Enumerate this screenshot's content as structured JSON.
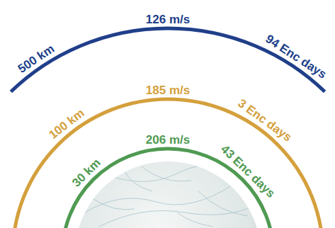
{
  "diagram": {
    "labels": [
      "500 km",
      "126 m/s",
      "94 Enc days",
      "100 km",
      "185 m/s",
      "3 Enc days",
      "30 km",
      "206 m/s",
      "43 Enc days"
    ]
  }
}
